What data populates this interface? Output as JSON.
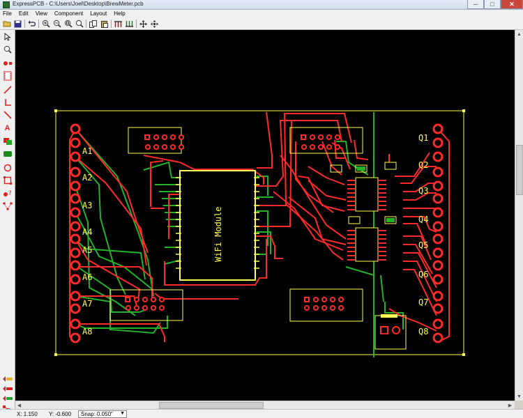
{
  "window": {
    "title": "ExpressPCB - C:\\Users\\Joel\\Desktop\\BrewMeter.pcb",
    "minimize": "─",
    "maximize": "□",
    "close": "✕"
  },
  "menu": [
    "File",
    "Edit",
    "View",
    "Component",
    "Layout",
    "Help"
  ],
  "toolbar": [
    "open-icon",
    "save-icon",
    "undo-icon",
    "zoom-in-icon",
    "zoom-out-icon",
    "zoom-area-icon",
    "zoom-fit-icon",
    "copy-icon",
    "paste-icon",
    "top-layer-icon",
    "bottom-layer-icon",
    "move-icon",
    "arrows-icon"
  ],
  "left_tools": [
    "pointer-icon",
    "zoom-tool-icon",
    "pad-icon",
    "component-icon",
    "trace-icon",
    "corner-icon",
    "diagonal-icon",
    "text-icon",
    "layer-icon",
    "green-shape-icon",
    "circle-icon",
    "rect-icon",
    "query-icon",
    "network-icon"
  ],
  "board": {
    "module_label": "WiFi Module",
    "left_labels": [
      "A1",
      "A2",
      "A3",
      "A4",
      "A5",
      "A6",
      "A7",
      "A8"
    ],
    "right_labels": [
      "Q1",
      "Q2",
      "Q3",
      "Q4",
      "Q5",
      "Q6",
      "Q7",
      "Q8"
    ],
    "colors": {
      "top": "#ff2a2a",
      "bottom": "#22b32a",
      "silk": "#ffff55",
      "background": "#000000"
    }
  },
  "status": {
    "x": "X: 1.150",
    "y": "Y: -0.600",
    "snap_label": "Snap:",
    "snap_value": "0.050\""
  }
}
